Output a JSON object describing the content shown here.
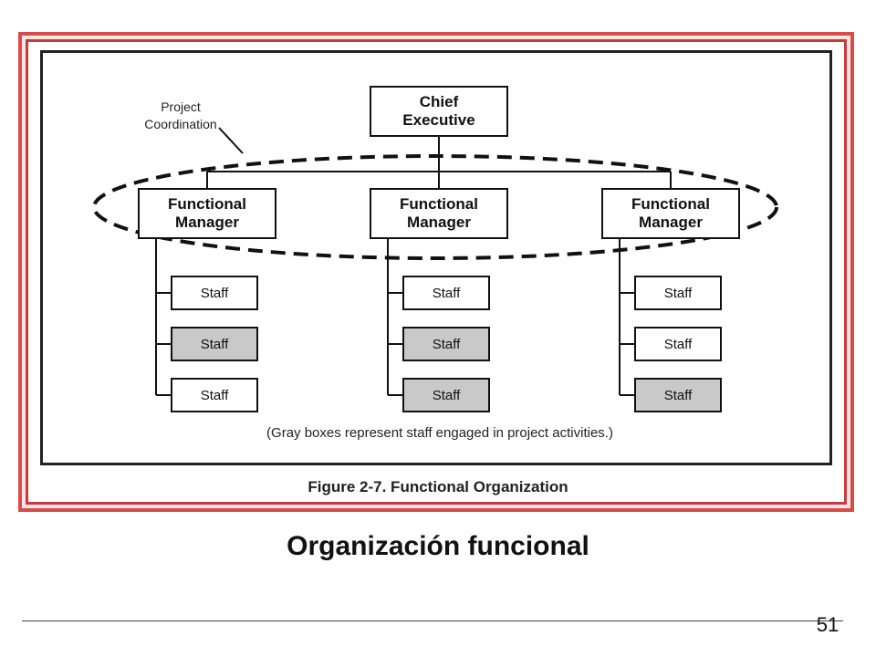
{
  "diagram": {
    "coordination_label": "Project\nCoordination",
    "executive": "Chief\nExecutive",
    "managers": [
      {
        "label": "Functional\nManager",
        "staff": [
          {
            "label": "Staff",
            "project_activity": false
          },
          {
            "label": "Staff",
            "project_activity": true
          },
          {
            "label": "Staff",
            "project_activity": false
          }
        ]
      },
      {
        "label": "Functional\nManager",
        "staff": [
          {
            "label": "Staff",
            "project_activity": false
          },
          {
            "label": "Staff",
            "project_activity": true
          },
          {
            "label": "Staff",
            "project_activity": true
          }
        ]
      },
      {
        "label": "Functional\nManager",
        "staff": [
          {
            "label": "Staff",
            "project_activity": false
          },
          {
            "label": "Staff",
            "project_activity": false
          },
          {
            "label": "Staff",
            "project_activity": true
          }
        ]
      }
    ],
    "legend_note": "(Gray boxes represent staff engaged in project activities.)",
    "figure_caption": "Figure 2-7. Functional Organization"
  },
  "slide": {
    "title": "Organización funcional",
    "page_number": "51"
  },
  "colors": {
    "frame_red": "#d94b4b",
    "frame_fill": "#fbe4e4",
    "staff_gray": "#c9c9c9"
  }
}
